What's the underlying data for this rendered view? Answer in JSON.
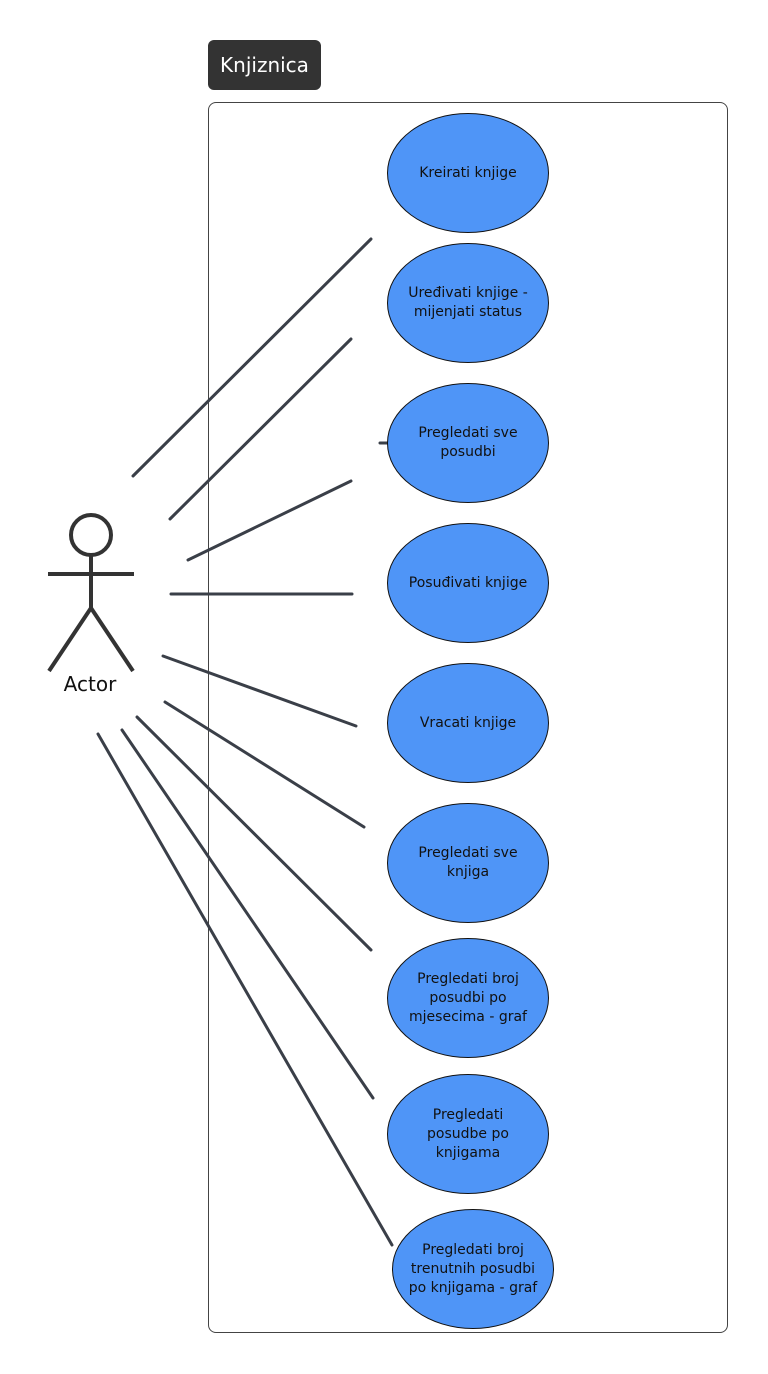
{
  "system": {
    "title": "Knjiznica"
  },
  "actor": {
    "label": "Actor"
  },
  "colors": {
    "use_case_fill": "#4f95f7",
    "title_bg": "#333333",
    "line": "#3a3f48"
  },
  "use_cases": [
    {
      "id": "kreirati-knjige",
      "label": "Kreirati knjige"
    },
    {
      "id": "uredivati-knjige",
      "label": "Uređivati knjige - mijenjati status"
    },
    {
      "id": "pregledati-sve-posudbi",
      "label": "Pregledati sve posudbi"
    },
    {
      "id": "posudivati-knjige",
      "label": "Posuđivati knjige"
    },
    {
      "id": "vracati-knjige",
      "label": "Vracati knjige"
    },
    {
      "id": "pregledati-sve-knjiga",
      "label": "Pregledati sve knjiga"
    },
    {
      "id": "pregledati-broj-posudbi-graf",
      "label": "Pregledati broj posudbi po mjesecima - graf"
    },
    {
      "id": "pregledati-posudbe-po-knjigama",
      "label": "Pregledati posudbe po knjigama"
    },
    {
      "id": "pregledati-broj-trenutnih-posudbi-graf",
      "label": "Pregledati broj trenutnih posudbi po knjigama - graf"
    }
  ]
}
